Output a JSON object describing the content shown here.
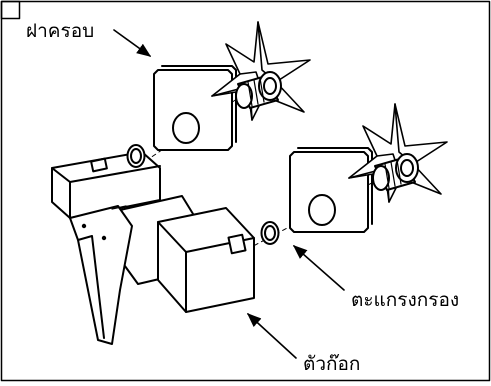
{
  "labels": {
    "cover": "ฝาครอบ",
    "filter": "ตะแกรงกรอง",
    "tap_body": "ตัวก๊อก"
  },
  "icons": [
    "star-icon",
    "arrow-icon"
  ],
  "colors": {
    "line": "#000000",
    "fill": "#ffffff"
  }
}
